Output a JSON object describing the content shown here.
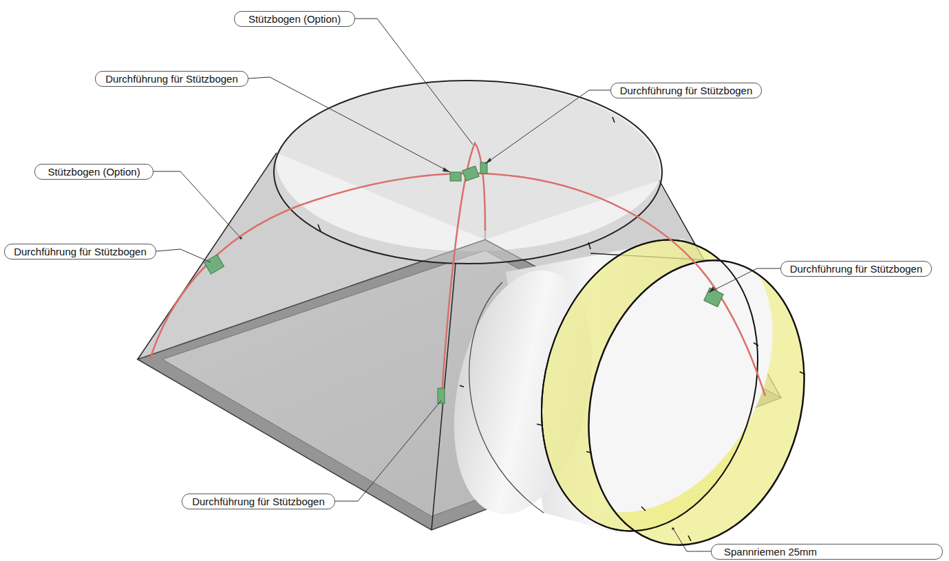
{
  "diagram": {
    "nodes": [
      {
        "text": [
          "Stützbogen (Option)"
        ]
      },
      {
        "text": [
          "Durchführung für Stützbogen"
        ]
      },
      {
        "text": [
          "Durchführung für Stützbogen"
        ]
      },
      {
        "text": [
          "Stützbogen (Option)"
        ]
      },
      {
        "text": [
          "Durchführung für Stützbogen"
        ]
      },
      {
        "text": [
          "Durchführung für Stützbogen"
        ]
      },
      {
        "text": [
          "Durchführung für Stützbogen"
        ]
      },
      {
        "text": [
          "Spannriemen 25mm"
        ]
      }
    ]
  }
}
